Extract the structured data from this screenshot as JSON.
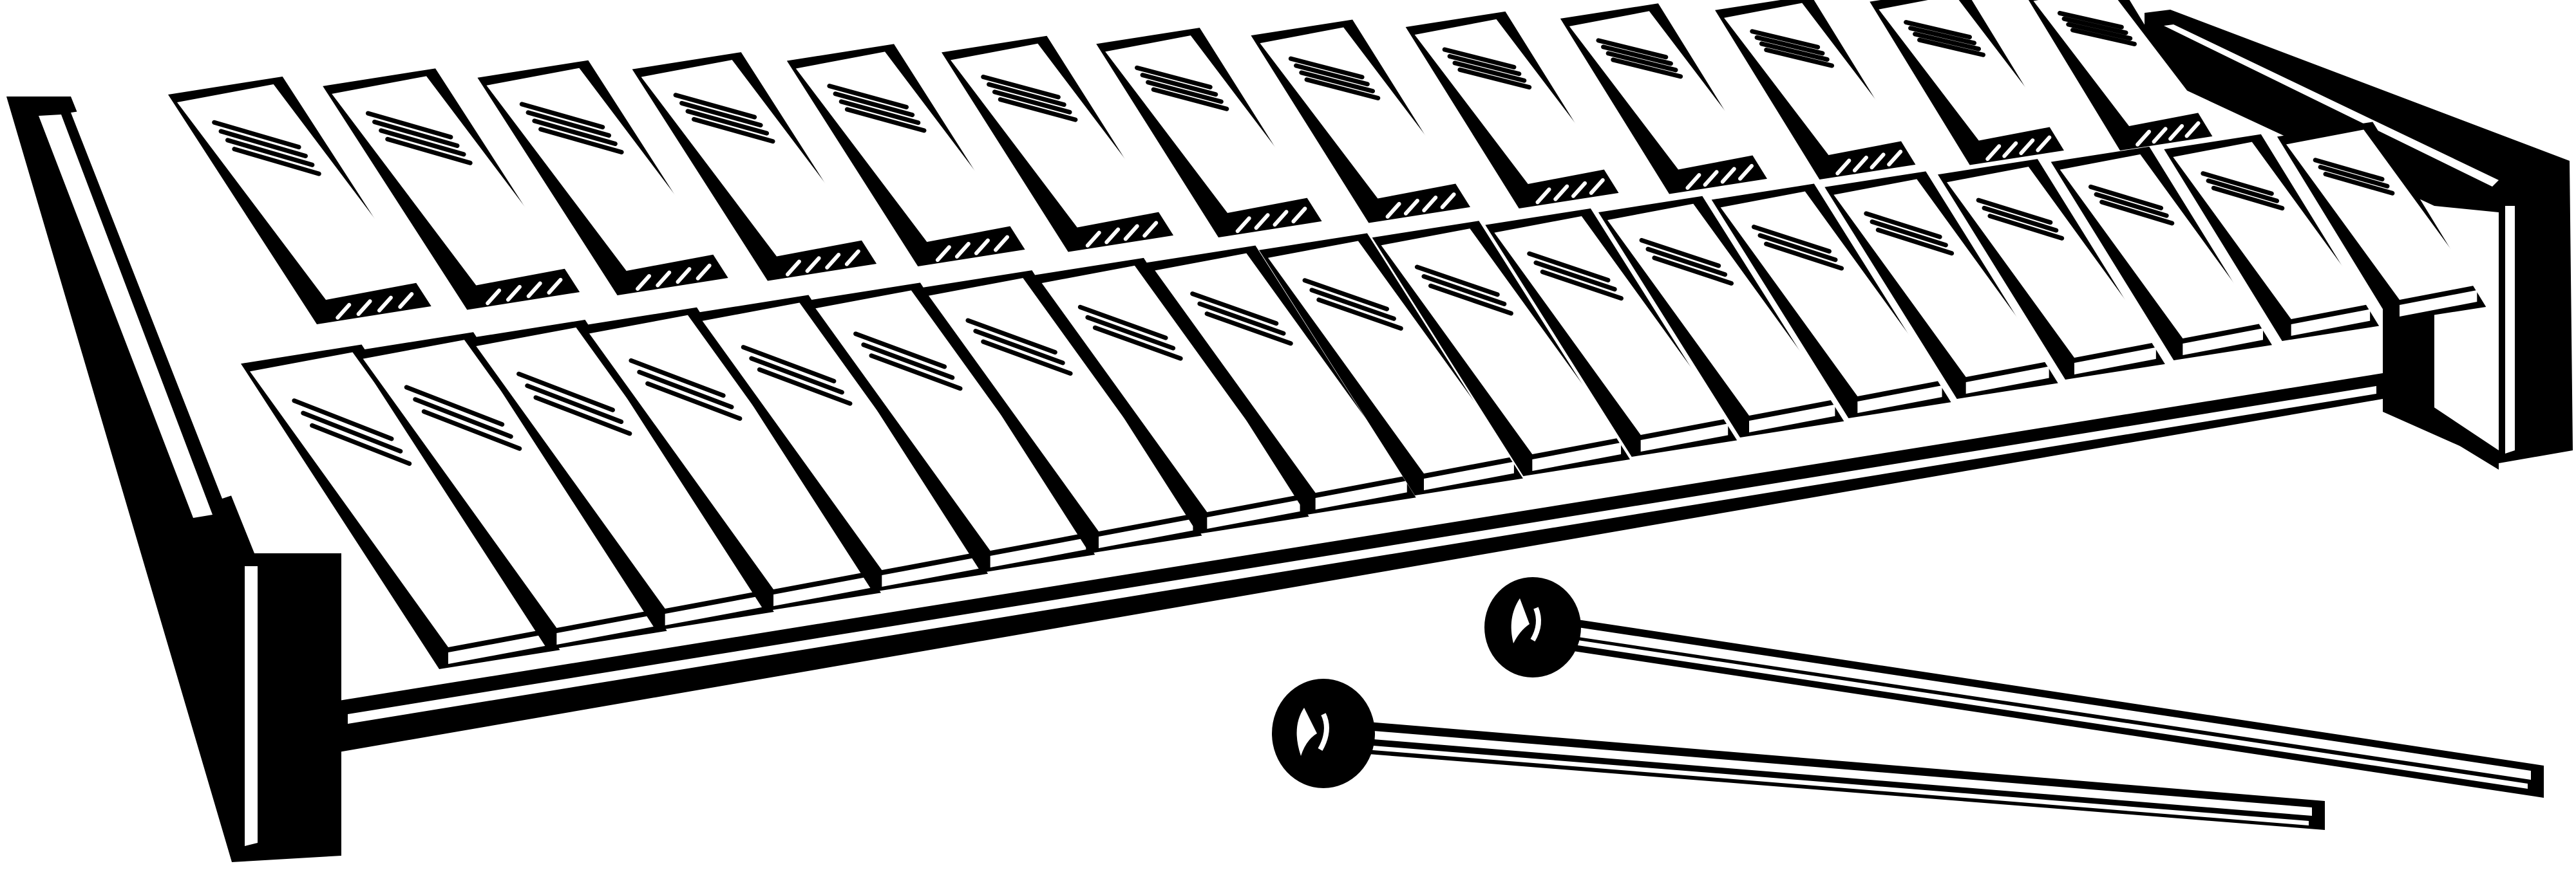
{
  "illustration": {
    "subject": "xylophone",
    "style": "black ink line art on white",
    "ink_color": "#000000",
    "paper_color": "#ffffff",
    "front_row_bar_count": 19,
    "back_row_bar_count": 13,
    "mallet_count": 2
  }
}
